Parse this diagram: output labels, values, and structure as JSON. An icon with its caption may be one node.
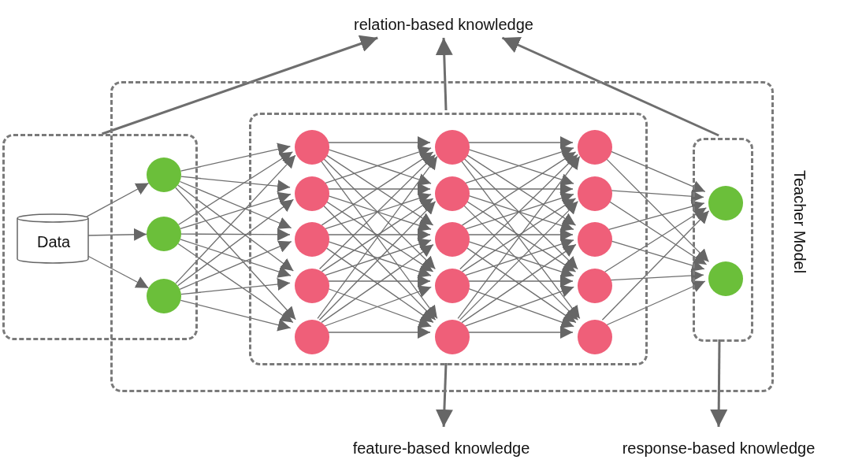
{
  "diagram": {
    "nodes": [
      {
        "text": [
          "Teacher Model"
        ]
      },
      {
        "text": [],
        "shape": "box"
      },
      {
        "text": [
          "Data"
        ],
        "in": 1
      },
      {
        "text": [],
        "shape": "circle"
      },
      {
        "text": [],
        "shape": "circle"
      },
      {
        "text": [],
        "shape": "circle"
      },
      {
        "text": [],
        "shape": "box",
        "in": 0
      },
      {
        "text": [],
        "shape": "circle",
        "in": 6
      },
      {
        "text": [],
        "shape": "circle",
        "in": 6
      },
      {
        "text": [],
        "shape": "circle",
        "in": 6
      },
      {
        "text": [],
        "shape": "circle",
        "in": 6
      },
      {
        "text": [],
        "shape": "circle",
        "in": 6
      },
      {
        "text": [],
        "shape": "circle",
        "in": 6
      },
      {
        "text": [],
        "shape": "circle",
        "in": 6
      },
      {
        "text": [],
        "shape": "circle",
        "in": 6
      },
      {
        "text": [],
        "shape": "circle",
        "in": 6
      },
      {
        "text": [],
        "shape": "circle",
        "in": 6
      },
      {
        "text": [],
        "shape": "circle",
        "in": 6
      },
      {
        "text": [],
        "shape": "circle",
        "in": 6
      },
      {
        "text": [],
        "shape": "circle",
        "in": 6
      },
      {
        "text": [],
        "shape": "circle",
        "in": 6
      },
      {
        "text": [],
        "shape": "circle",
        "in": 6
      },
      {
        "text": [],
        "shape": "box",
        "in": 0
      },
      {
        "text": [],
        "shape": "circle",
        "in": 22
      },
      {
        "text": [],
        "shape": "circle",
        "in": 22
      },
      {
        "text": [
          "relation-based knowledge"
        ]
      },
      {
        "text": [
          "feature-based knowledge"
        ]
      },
      {
        "text": [
          "response-based knowledge"
        ]
      }
    ],
    "edges": [
      {
        "from": 2,
        "to": 3,
        "arrow": "to"
      },
      {
        "from": 2,
        "to": 4,
        "arrow": "to"
      },
      {
        "from": 2,
        "to": 5,
        "arrow": "to"
      },
      {
        "from": 3,
        "to": 7,
        "arrow": "to"
      },
      {
        "from": 3,
        "to": 8,
        "arrow": "to"
      },
      {
        "from": 3,
        "to": 9,
        "arrow": "to"
      },
      {
        "from": 3,
        "to": 10,
        "arrow": "to"
      },
      {
        "from": 3,
        "to": 11,
        "arrow": "to"
      },
      {
        "from": 4,
        "to": 7,
        "arrow": "to"
      },
      {
        "from": 4,
        "to": 8,
        "arrow": "to"
      },
      {
        "from": 4,
        "to": 9,
        "arrow": "to"
      },
      {
        "from": 4,
        "to": 10,
        "arrow": "to"
      },
      {
        "from": 4,
        "to": 11,
        "arrow": "to"
      },
      {
        "from": 5,
        "to": 7,
        "arrow": "to"
      },
      {
        "from": 5,
        "to": 8,
        "arrow": "to"
      },
      {
        "from": 5,
        "to": 9,
        "arrow": "to"
      },
      {
        "from": 5,
        "to": 10,
        "arrow": "to"
      },
      {
        "from": 5,
        "to": 11,
        "arrow": "to"
      },
      {
        "from": 7,
        "to": 12,
        "arrow": "to"
      },
      {
        "from": 7,
        "to": 13,
        "arrow": "to"
      },
      {
        "from": 7,
        "to": 14,
        "arrow": "to"
      },
      {
        "from": 7,
        "to": 15,
        "arrow": "to"
      },
      {
        "from": 7,
        "to": 16,
        "arrow": "to"
      },
      {
        "from": 8,
        "to": 12,
        "arrow": "to"
      },
      {
        "from": 8,
        "to": 13,
        "arrow": "to"
      },
      {
        "from": 8,
        "to": 14,
        "arrow": "to"
      },
      {
        "from": 8,
        "to": 15,
        "arrow": "to"
      },
      {
        "from": 8,
        "to": 16,
        "arrow": "to"
      },
      {
        "from": 9,
        "to": 12,
        "arrow": "to"
      },
      {
        "from": 9,
        "to": 13,
        "arrow": "to"
      },
      {
        "from": 9,
        "to": 14,
        "arrow": "to"
      },
      {
        "from": 9,
        "to": 15,
        "arrow": "to"
      },
      {
        "from": 9,
        "to": 16,
        "arrow": "to"
      },
      {
        "from": 10,
        "to": 12,
        "arrow": "to"
      },
      {
        "from": 10,
        "to": 13,
        "arrow": "to"
      },
      {
        "from": 10,
        "to": 14,
        "arrow": "to"
      },
      {
        "from": 10,
        "to": 15,
        "arrow": "to"
      },
      {
        "from": 10,
        "to": 16,
        "arrow": "to"
      },
      {
        "from": 11,
        "to": 12,
        "arrow": "to"
      },
      {
        "from": 11,
        "to": 13,
        "arrow": "to"
      },
      {
        "from": 11,
        "to": 14,
        "arrow": "to"
      },
      {
        "from": 11,
        "to": 15,
        "arrow": "to"
      },
      {
        "from": 11,
        "to": 16,
        "arrow": "to"
      },
      {
        "from": 12,
        "to": 17,
        "arrow": "to"
      },
      {
        "from": 12,
        "to": 18,
        "arrow": "to"
      },
      {
        "from": 12,
        "to": 19,
        "arrow": "to"
      },
      {
        "from": 12,
        "to": 20,
        "arrow": "to"
      },
      {
        "from": 12,
        "to": 21,
        "arrow": "to"
      },
      {
        "from": 13,
        "to": 17,
        "arrow": "to"
      },
      {
        "from": 13,
        "to": 18,
        "arrow": "to"
      },
      {
        "from": 13,
        "to": 19,
        "arrow": "to"
      },
      {
        "from": 13,
        "to": 20,
        "arrow": "to"
      },
      {
        "from": 13,
        "to": 21,
        "arrow": "to"
      },
      {
        "from": 14,
        "to": 17,
        "arrow": "to"
      },
      {
        "from": 14,
        "to": 18,
        "arrow": "to"
      },
      {
        "from": 14,
        "to": 19,
        "arrow": "to"
      },
      {
        "from": 14,
        "to": 20,
        "arrow": "to"
      },
      {
        "from": 14,
        "to": 21,
        "arrow": "to"
      },
      {
        "from": 15,
        "to": 17,
        "arrow": "to"
      },
      {
        "from": 15,
        "to": 18,
        "arrow": "to"
      },
      {
        "from": 15,
        "to": 19,
        "arrow": "to"
      },
      {
        "from": 15,
        "to": 20,
        "arrow": "to"
      },
      {
        "from": 15,
        "to": 21,
        "arrow": "to"
      },
      {
        "from": 16,
        "to": 17,
        "arrow": "to"
      },
      {
        "from": 16,
        "to": 18,
        "arrow": "to"
      },
      {
        "from": 16,
        "to": 19,
        "arrow": "to"
      },
      {
        "from": 16,
        "to": 20,
        "arrow": "to"
      },
      {
        "from": 16,
        "to": 21,
        "arrow": "to"
      },
      {
        "from": 17,
        "to": 23,
        "arrow": "to"
      },
      {
        "from": 17,
        "to": 24,
        "arrow": "to"
      },
      {
        "from": 18,
        "to": 23,
        "arrow": "to"
      },
      {
        "from": 18,
        "to": 24,
        "arrow": "to"
      },
      {
        "from": 19,
        "to": 23,
        "arrow": "to"
      },
      {
        "from": 19,
        "to": 24,
        "arrow": "to"
      },
      {
        "from": 20,
        "to": 23,
        "arrow": "to"
      },
      {
        "from": 20,
        "to": 24,
        "arrow": "to"
      },
      {
        "from": 21,
        "to": 23,
        "arrow": "to"
      },
      {
        "from": 21,
        "to": 24,
        "arrow": "to"
      },
      {
        "from": 1,
        "to": 25,
        "arrow": "to",
        "style": "thick"
      },
      {
        "from": 6,
        "to": 25,
        "arrow": "to",
        "style": "thick"
      },
      {
        "from": 22,
        "to": 25,
        "arrow": "to",
        "style": "thick"
      },
      {
        "from": 6,
        "to": 26,
        "arrow": "to",
        "style": "thick"
      },
      {
        "from": 22,
        "to": 27,
        "arrow": "to",
        "style": "thick"
      }
    ]
  }
}
